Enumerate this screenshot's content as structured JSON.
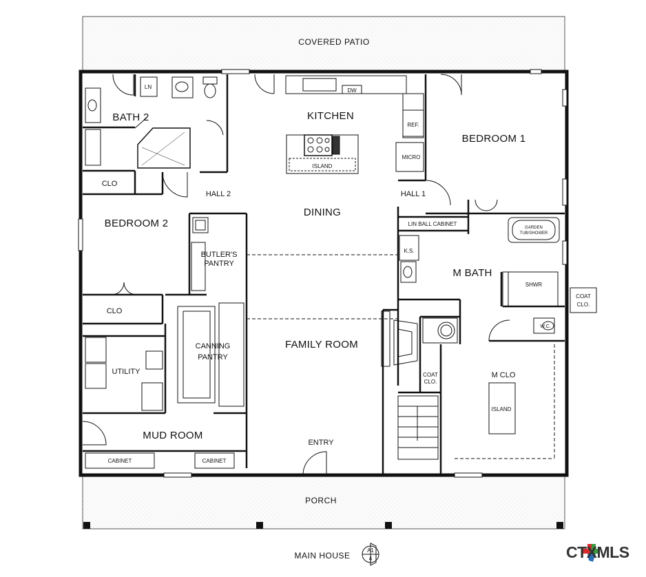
{
  "labels": {
    "covered_patio": "COVERED PATIO",
    "kitchen": "KITCHEN",
    "bath2": "BATH 2",
    "ln": "LN",
    "dw": "DW",
    "ref": "REF.",
    "micro": "MICRO",
    "island_kitchen": "ISLAND",
    "bedroom1": "BEDROOM 1",
    "clo_bath2": "CLO",
    "hall2": "HALL 2",
    "dining": "DINING",
    "hall1": "HALL 1",
    "bedroom2": "BEDROOM 2",
    "lin_ball_cabinet": "LIN BALL CABINET",
    "garden_tub_1": "GARDEN",
    "garden_tub_2": "TUB/SHOWER",
    "butlers_1": "BUTLER'S",
    "butlers_2": "PANTRY",
    "ks": "K.S.",
    "m_bath": "M BATH",
    "shwr": "SHWR",
    "coat_clo_out_1": "COAT",
    "coat_clo_out_2": "CLO.",
    "clo_bed2": "CLO",
    "wc": "W.C.",
    "canning_1": "CANNING",
    "canning_2": "PANTRY",
    "family_room": "FAMILY ROOM",
    "utility": "UTILITY",
    "coat_clo_in_1": "COAT",
    "coat_clo_in_2": "CLO.",
    "m_clo": "M CLO",
    "island_closet": "ISLAND",
    "mud_room": "MUD ROOM",
    "entry": "ENTRY",
    "cabinet_left": "CABINET",
    "cabinet_right": "CABINET",
    "porch": "PORCH",
    "main_house": "MAIN HOUSE",
    "section_top": "A1",
    "section_bottom": "4"
  },
  "logo": {
    "text": "CTXMLS",
    "colors": {
      "red": "#d62b2b",
      "green": "#3a9b3e",
      "blue": "#2b6fb5",
      "text": "#333333"
    }
  }
}
